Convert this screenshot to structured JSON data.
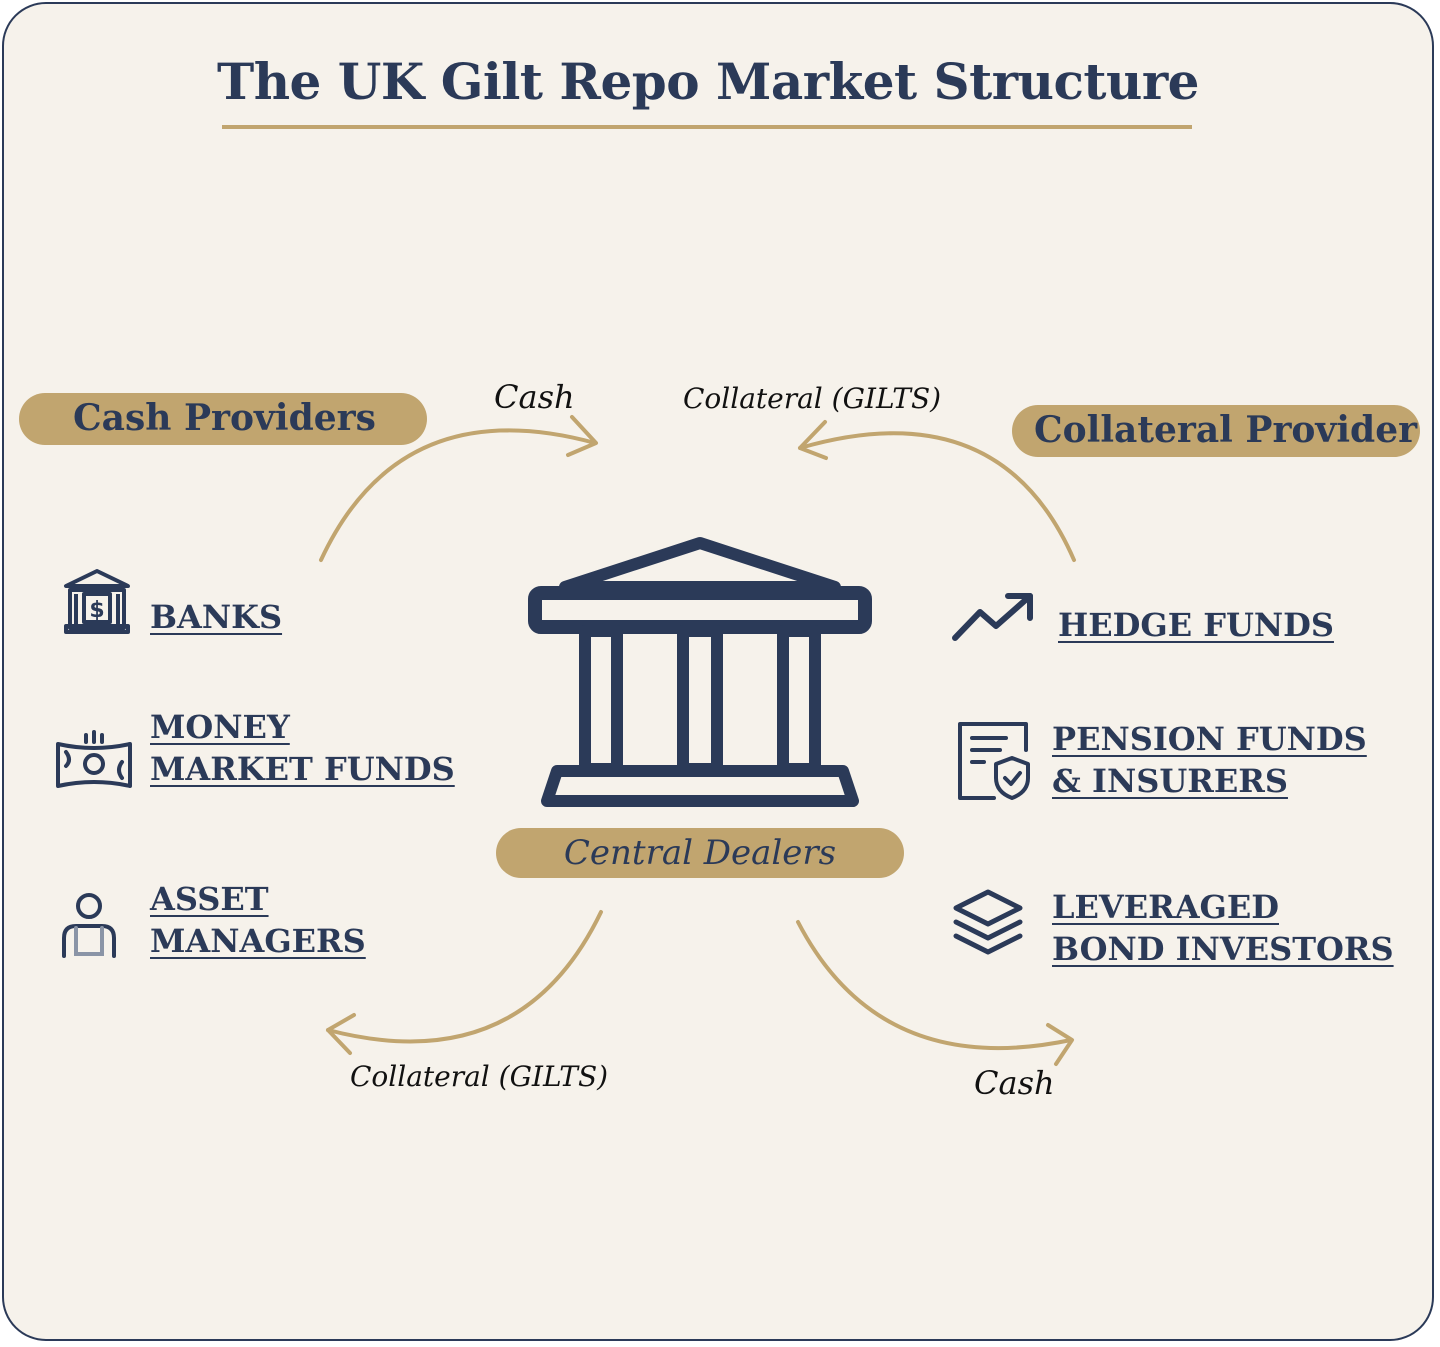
{
  "title": "The UK Gilt Repo Market Structure",
  "groups": {
    "cash_providers": "Cash Providers",
    "collateral_provider": "Collateral Provider",
    "central": "Central Dealers"
  },
  "flows": {
    "top_left": "Cash",
    "top_right": "Collateral (GILTS)",
    "bottom_left": "Collateral (GILTS)",
    "bottom_right": "Cash"
  },
  "left_entities": [
    {
      "lines": [
        "BANKS"
      ],
      "icon": "bank-icon"
    },
    {
      "lines": [
        "MONEY",
        "MARKET FUNDS"
      ],
      "icon": "money-icon"
    },
    {
      "lines": [
        "ASSET",
        "MANAGERS"
      ],
      "icon": "person-icon"
    }
  ],
  "right_entities": [
    {
      "lines": [
        "HEDGE FUNDS"
      ],
      "icon": "trend-up-icon"
    },
    {
      "lines": [
        "PENSION FUNDS",
        "& INSURERS"
      ],
      "icon": "policy-shield-icon"
    },
    {
      "lines": [
        "LEVERAGED",
        "BOND INVESTORS"
      ],
      "icon": "layers-icon"
    }
  ],
  "colors": {
    "navy": "#2b3a58",
    "gold": "#c1a56f",
    "background": "#f6f2eb"
  }
}
